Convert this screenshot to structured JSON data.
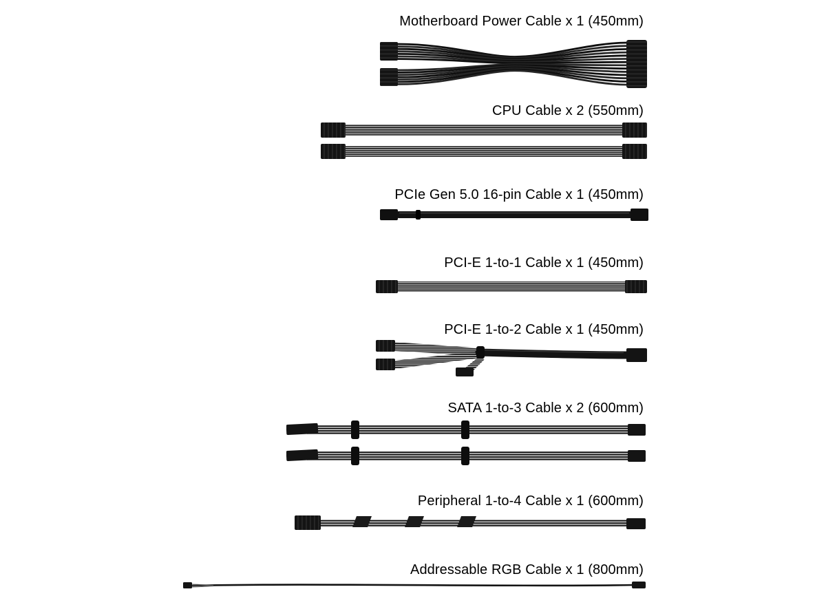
{
  "page": {
    "background_color": "#ffffff",
    "text_color": "#000000",
    "cable_color": "#141414"
  },
  "sections": [
    {
      "label": "Motherboard Power Cable x 1 (450mm)",
      "name": "Motherboard Power Cable",
      "quantity": 1,
      "length_mm": 450
    },
    {
      "label": "CPU Cable x 2 (550mm)",
      "name": "CPU Cable",
      "quantity": 2,
      "length_mm": 550
    },
    {
      "label": "PCIe Gen 5.0 16-pin Cable x 1 (450mm)",
      "name": "PCIe Gen 5.0 16-pin Cable",
      "quantity": 1,
      "length_mm": 450
    },
    {
      "label": "PCI-E 1-to-1 Cable x 1 (450mm)",
      "name": "PCI-E 1-to-1 Cable",
      "quantity": 1,
      "length_mm": 450
    },
    {
      "label": "PCI-E 1-to-2 Cable x 1 (450mm)",
      "name": "PCI-E 1-to-2 Cable",
      "quantity": 1,
      "length_mm": 450
    },
    {
      "label": "SATA 1-to-3 Cable x 2 (600mm)",
      "name": "SATA 1-to-3 Cable",
      "quantity": 2,
      "length_mm": 600
    },
    {
      "label": "Peripheral 1-to-4 Cable x 1 (600mm)",
      "name": "Peripheral 1-to-4 Cable",
      "quantity": 1,
      "length_mm": 600
    },
    {
      "label": "Addressable RGB Cable x 1 (800mm)",
      "name": "Addressable RGB Cable",
      "quantity": 1,
      "length_mm": 800
    }
  ]
}
